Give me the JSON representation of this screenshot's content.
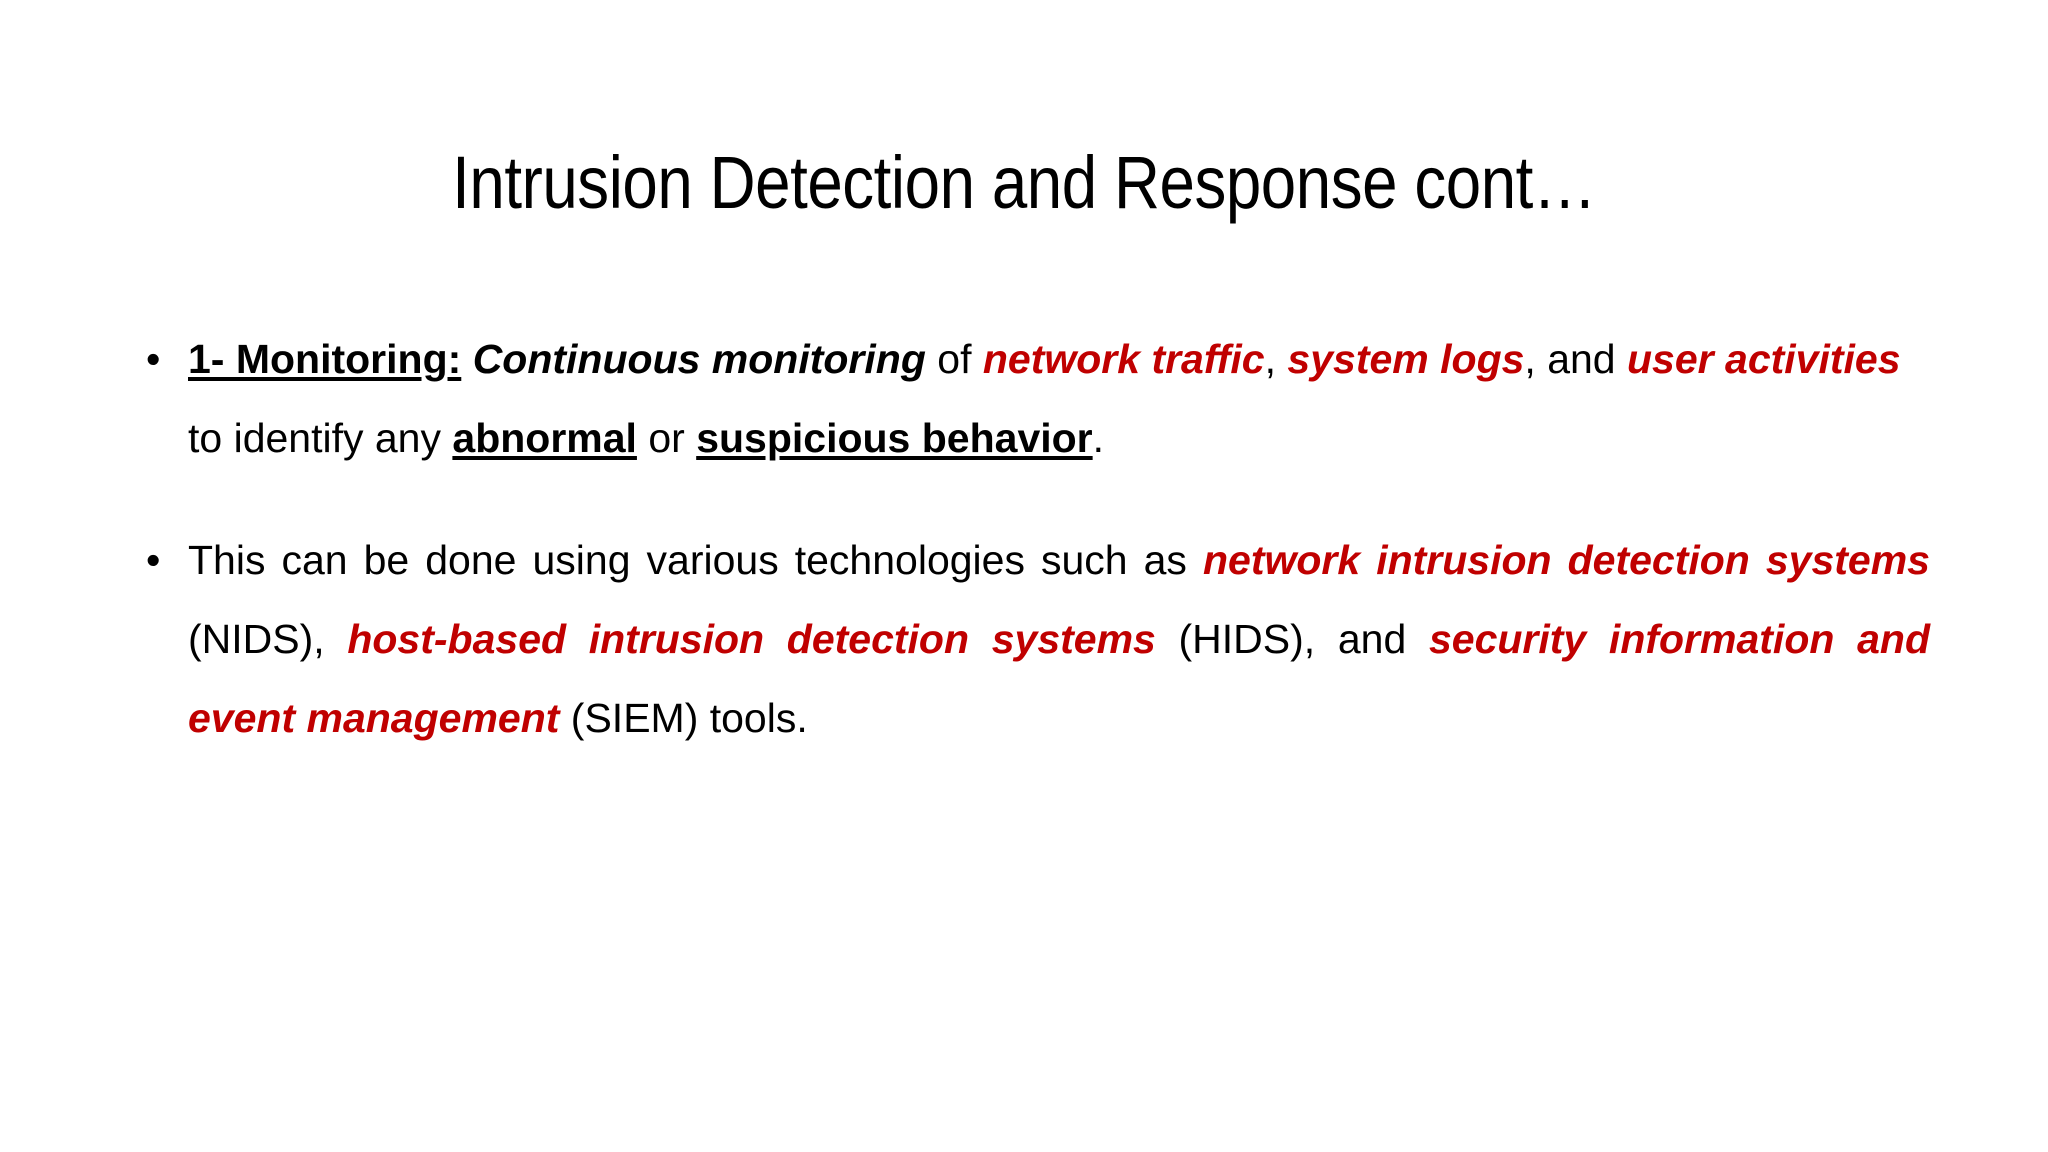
{
  "slide": {
    "background_color": "#FFFFFF",
    "accent_red": "#C00000",
    "text_color": "#000000",
    "title": "Intrusion Detection and Response cont…",
    "bullet_marker": "•",
    "body": [
      {
        "id": "bullet-1",
        "align": "left",
        "runs": [
          {
            "text": "1- Monitoring:",
            "style": "bold-underline",
            "color": "#000000"
          },
          {
            "text": " ",
            "style": "plain",
            "color": "#000000"
          },
          {
            "text": "Continuous monitoring",
            "style": "bold-italic",
            "color": "#000000"
          },
          {
            "text": " of ",
            "style": "plain",
            "color": "#000000"
          },
          {
            "text": "network traffic",
            "style": "bold-italic",
            "color": "#C00000"
          },
          {
            "text": ", ",
            "style": "plain",
            "color": "#000000"
          },
          {
            "text": "system logs",
            "style": "bold-italic",
            "color": "#C00000"
          },
          {
            "text": ", and ",
            "style": "plain",
            "color": "#000000"
          },
          {
            "text": "user activities",
            "style": "bold-italic",
            "color": "#C00000"
          },
          {
            "text": " to identify any ",
            "style": "plain",
            "color": "#000000"
          },
          {
            "text": "abnormal",
            "style": "bold-underline",
            "color": "#000000"
          },
          {
            "text": " or ",
            "style": "plain",
            "color": "#000000"
          },
          {
            "text": "suspicious behavior",
            "style": "bold-underline",
            "color": "#000000"
          },
          {
            "text": ".",
            "style": "plain",
            "color": "#000000"
          }
        ]
      },
      {
        "id": "bullet-2",
        "align": "justify",
        "runs": [
          {
            "text": "This can be done using various technologies such as ",
            "style": "plain",
            "color": "#000000"
          },
          {
            "text": "network intrusion detection systems",
            "style": "bold-italic",
            "color": "#C00000"
          },
          {
            "text": " (NIDS), ",
            "style": "plain",
            "color": "#000000"
          },
          {
            "text": "host-based intrusion detection systems",
            "style": "bold-italic",
            "color": "#C00000"
          },
          {
            "text": " (HIDS), and ",
            "style": "plain",
            "color": "#000000"
          },
          {
            "text": "security information and event management",
            "style": "bold-italic",
            "color": "#C00000"
          },
          {
            "text": " (SIEM) tools.",
            "style": "plain",
            "color": "#000000"
          }
        ]
      }
    ]
  }
}
